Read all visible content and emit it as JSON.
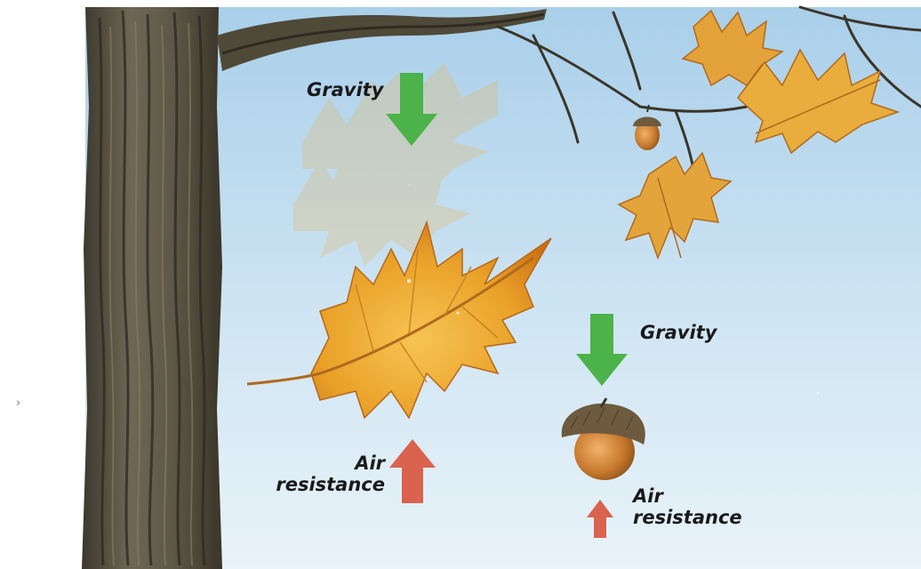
{
  "labels": {
    "gravity_leaf": "Gravity",
    "gravity_acorn": "Gravity",
    "air_resistance_leaf": [
      "Air",
      "resistance"
    ],
    "air_resistance_acorn": [
      "Air",
      "resistance"
    ]
  },
  "colors": {
    "gravity_arrow": "#4cb24a",
    "air_resistance_arrow": "#d9634e",
    "sky": "#c3dff0",
    "leaf": "#e8a32a",
    "bark": "#5b5443"
  }
}
